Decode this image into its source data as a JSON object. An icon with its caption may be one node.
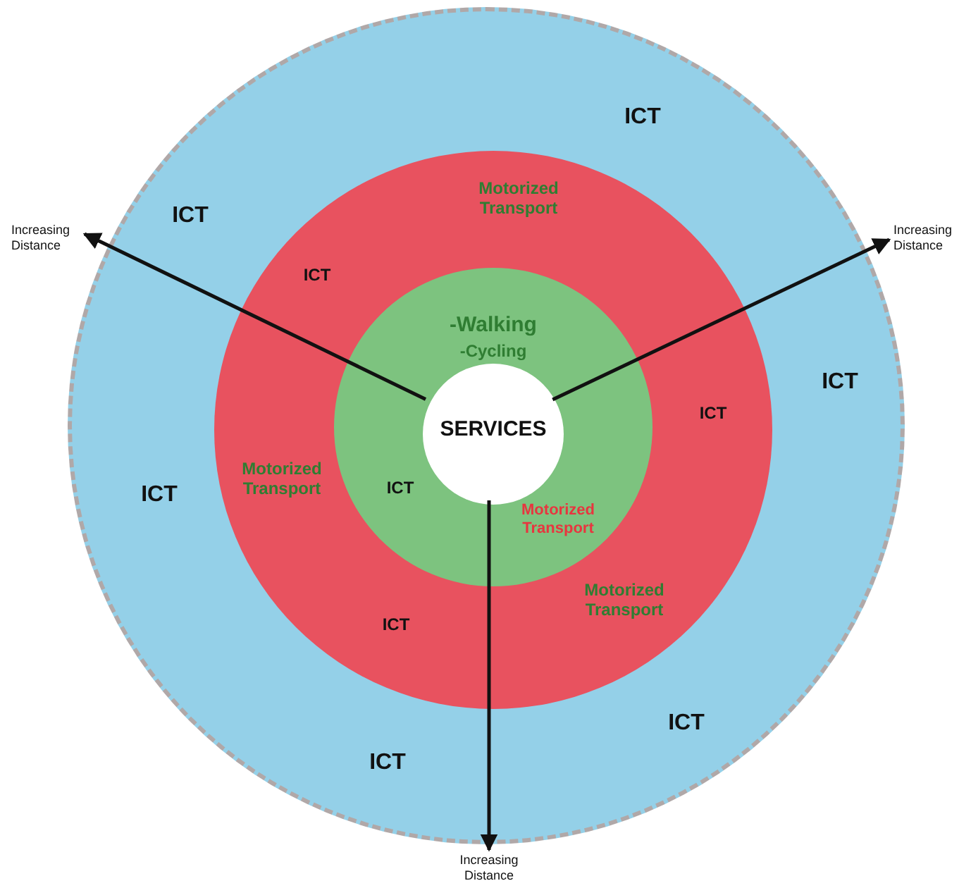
{
  "diagram": {
    "nodes": [
      {
        "text": [
          "ICT",
          "ICT",
          "ICT",
          "ICT",
          "ICT",
          "ICT"
        ]
      },
      {
        "text": [
          "Motorized Transport",
          "ICT",
          "ICT",
          "Motorized Transport",
          "Motorized Transport",
          "ICT"
        ],
        "in": 0
      },
      {
        "text": [
          "-Walking",
          "-Cycling",
          "ICT",
          "Motorized Transport"
        ],
        "in": 1
      },
      {
        "text": [
          "SERVICES"
        ],
        "in": 2
      },
      {
        "text": [
          "Increasing Distance"
        ]
      },
      {
        "text": [
          "Increasing Distance"
        ]
      },
      {
        "text": [
          "Increasing Distance"
        ]
      }
    ],
    "edges": [
      {
        "from": 3,
        "to": 4,
        "arrow": "to"
      },
      {
        "from": 3,
        "to": 5,
        "arrow": "to"
      },
      {
        "from": 3,
        "to": 6,
        "arrow": "to"
      }
    ]
  }
}
